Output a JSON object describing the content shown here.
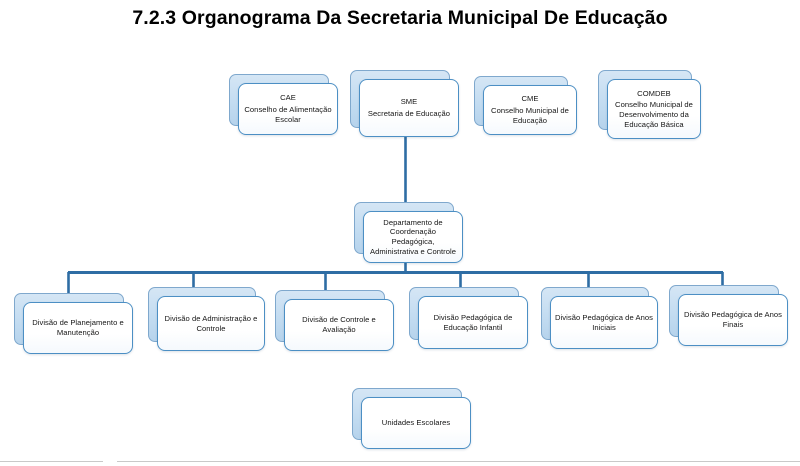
{
  "title": "7.2.3 Organograma Da Secretaria Municipal De Educação",
  "diagram": {
    "type": "org-chart",
    "colors": {
      "card_border": "#4c8fc4",
      "card_fill": "#ffffff",
      "plate_fill": "#c3dcf1",
      "plate_border": "#7fa8cd",
      "connector": "#2e6da4",
      "title_text": "#000000"
    },
    "councils": [
      {
        "id": "cae",
        "acronym": "CAE",
        "description": "Conselho de Alimentação Escolar"
      },
      {
        "id": "cme",
        "acronym": "CME",
        "description": "Conselho Municipal de Educação"
      },
      {
        "id": "comdeb",
        "acronym": "COMDEB",
        "description": "Conselho Municipal de Desenvolvimento da Educação Básica"
      }
    ],
    "root": {
      "id": "sme",
      "acronym": "SME",
      "description": "Secretaria de Educação"
    },
    "department": {
      "id": "departamento",
      "label": "Departamento de Coordenação Pedagógica, Administrativa e Controle"
    },
    "divisions": [
      {
        "id": "div-planejamento",
        "label": "Divisão de Planejamento e Manutenção"
      },
      {
        "id": "div-administracao",
        "label": "Divisão de Administração e Controle"
      },
      {
        "id": "div-controle",
        "label": "Divisão de Controle e Avaliação"
      },
      {
        "id": "div-infantil",
        "label": "Divisão Pedagógica de Educação Infantil"
      },
      {
        "id": "div-anos-iniciais",
        "label": "Divisão Pedagógica de Anos Iniciais"
      },
      {
        "id": "div-anos-finais",
        "label": "Divisão Pedagógica de Anos Finais"
      }
    ],
    "units": {
      "id": "unidades-escolares",
      "label": "Unidades Escolares"
    }
  }
}
